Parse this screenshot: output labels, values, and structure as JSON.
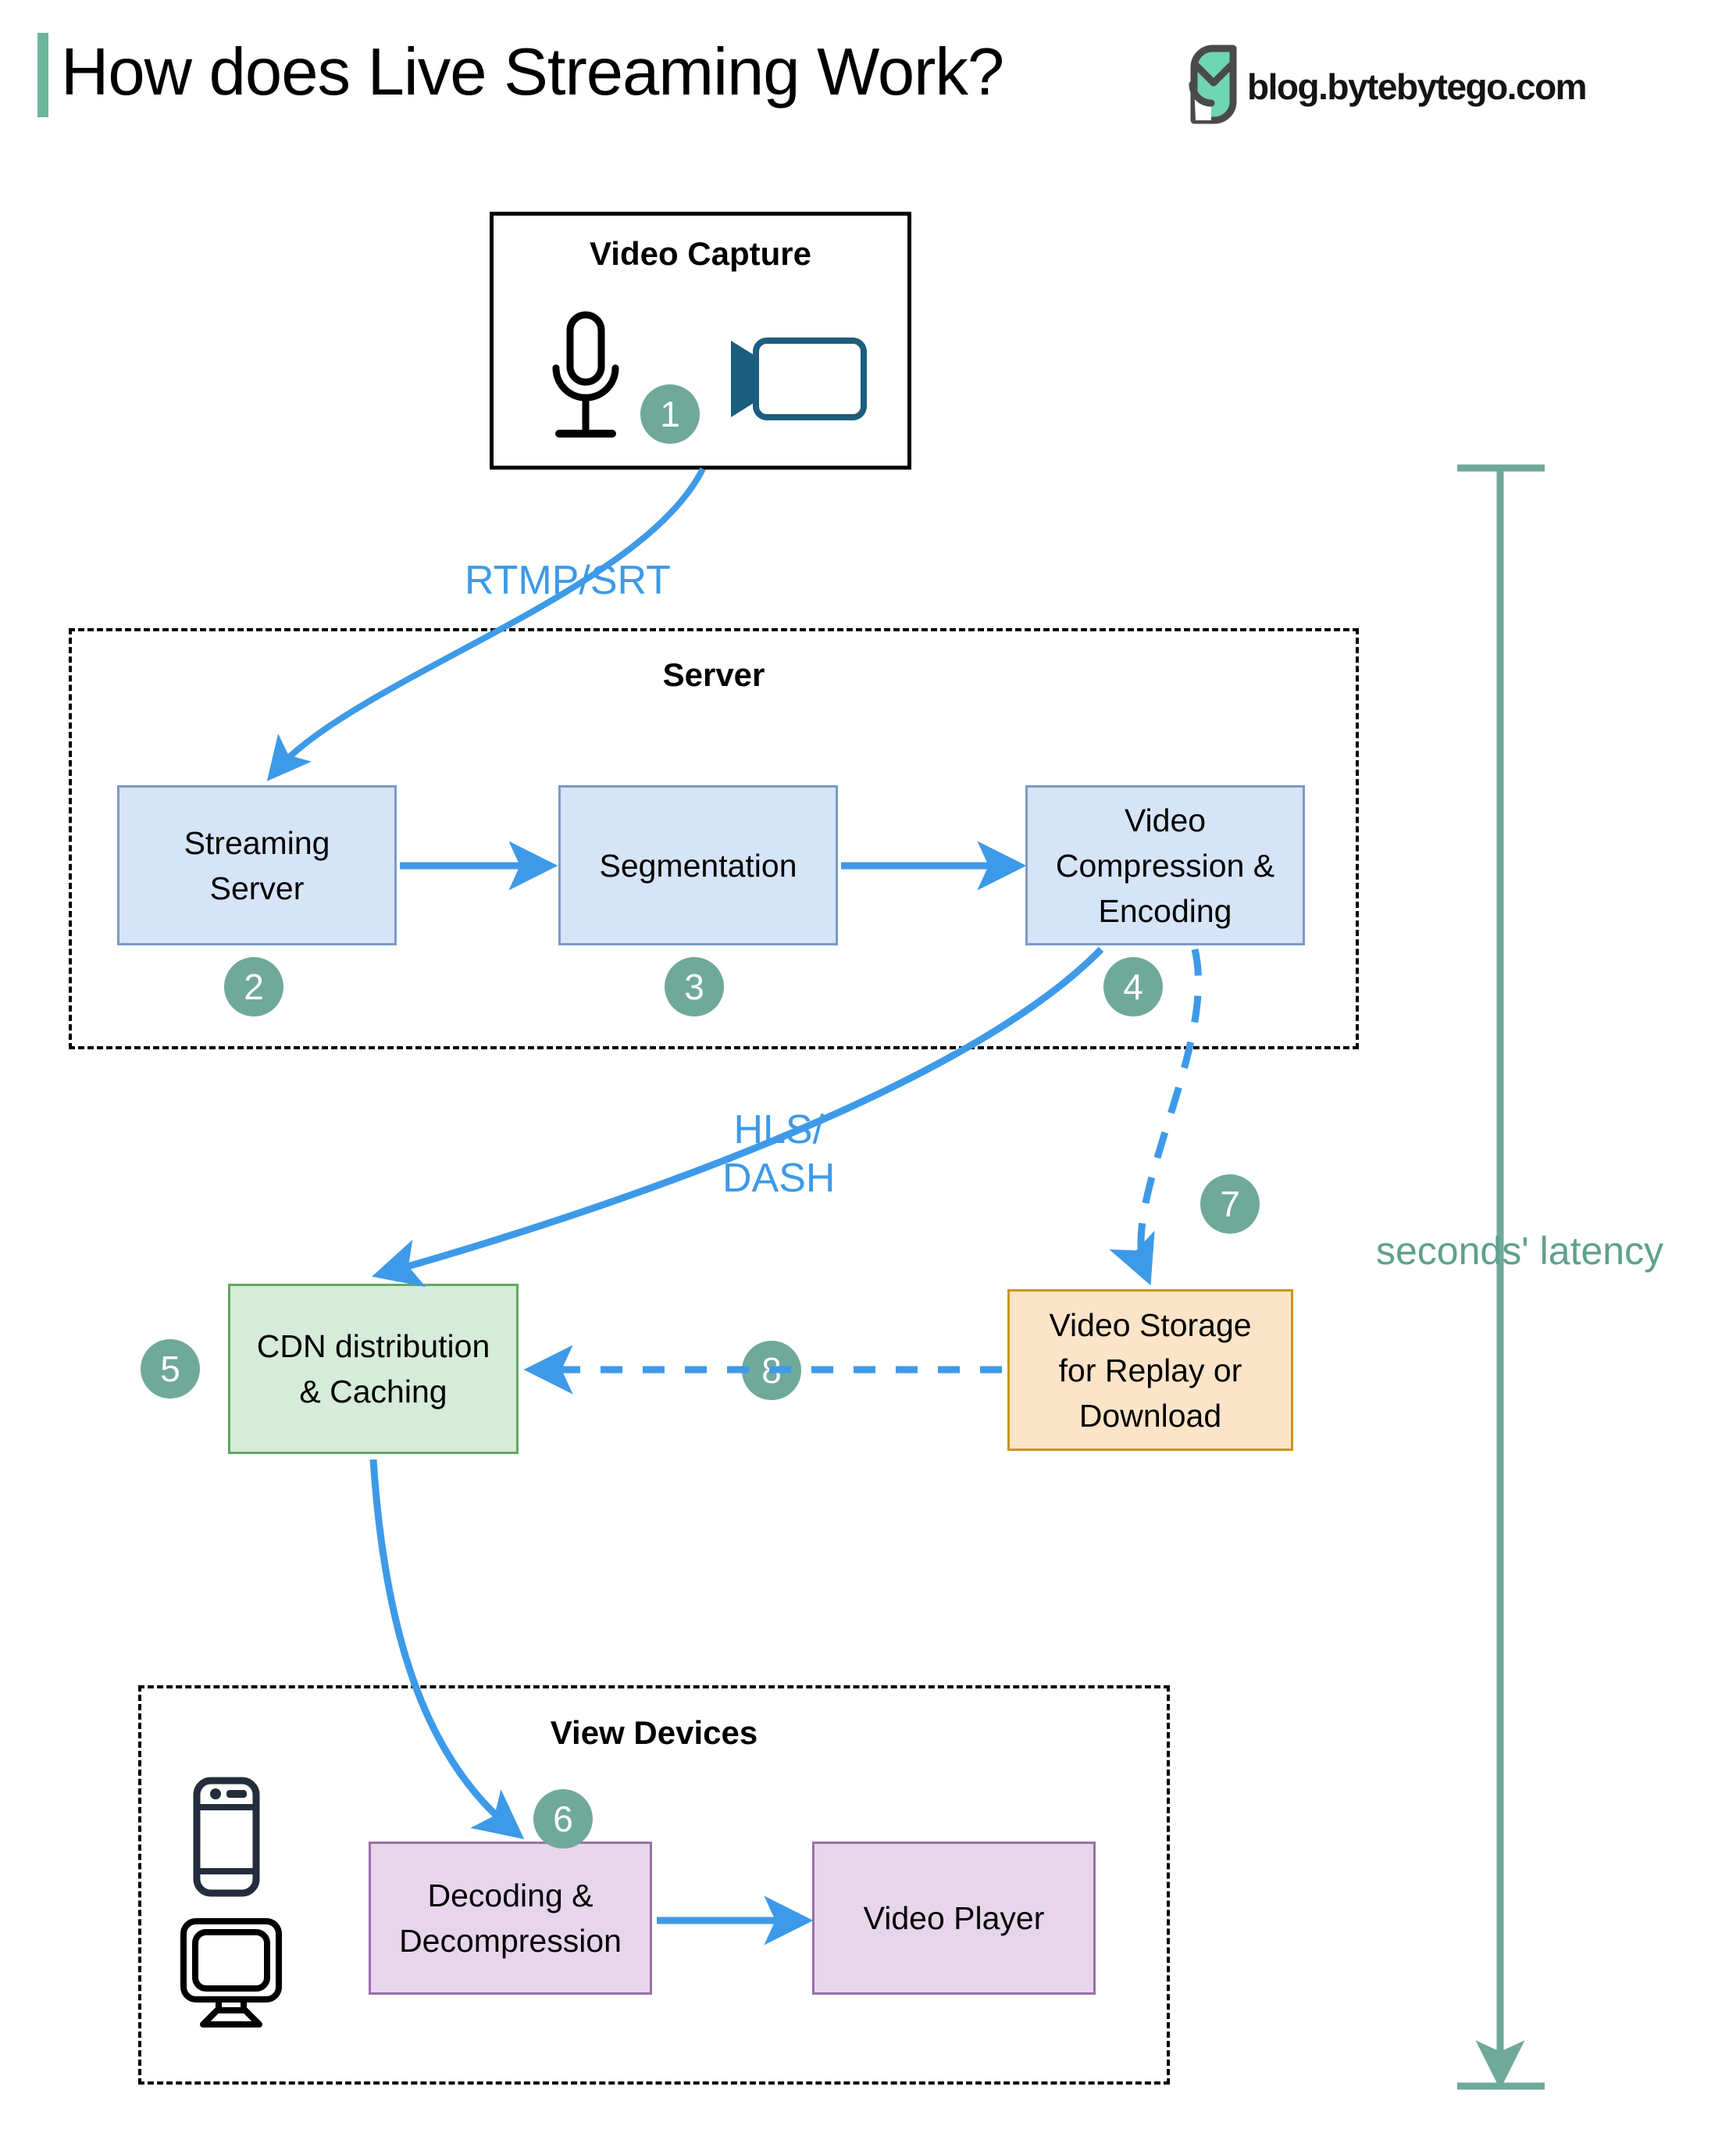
{
  "header": {
    "title": "How does Live Streaming Work?",
    "brand": "blog.bytebytego.com",
    "accent_color": "#6BB79B",
    "logo_icon": "bytebytego-logo-icon"
  },
  "groups": {
    "capture": {
      "title": "Video Capture",
      "icons": [
        "microphone-icon",
        "video-camera-icon"
      ]
    },
    "server": {
      "title": "Server"
    },
    "view_devices": {
      "title": "View Devices",
      "icons": [
        "smartphone-icon",
        "desktop-monitor-icon"
      ]
    }
  },
  "nodes": [
    {
      "id": "streaming-server",
      "label": "Streaming\nServer",
      "step": "2",
      "fill": "#D6E4F7",
      "stroke": "#7A9BC4"
    },
    {
      "id": "segmentation",
      "label": "Segmentation",
      "step": "3",
      "fill": "#D6E4F7",
      "stroke": "#7A9BC4"
    },
    {
      "id": "video-compression-encoding",
      "label": "Video\nCompression &\nEncoding",
      "step": "4",
      "fill": "#D6E4F7",
      "stroke": "#7A9BC4"
    },
    {
      "id": "cdn-distribution-caching",
      "label": "CDN distribution\n& Caching",
      "step": "5",
      "fill": "#D6EBDA",
      "stroke": "#63A663"
    },
    {
      "id": "video-storage",
      "label": "Video Storage\nfor Replay or\nDownload",
      "step": "7",
      "fill": "#FCE4C8",
      "stroke": "#C9971A"
    },
    {
      "id": "decoding-decompression",
      "label": "Decoding &\nDecompression",
      "step": "6",
      "fill": "#E7D5EC",
      "stroke": "#9B6FA8"
    },
    {
      "id": "video-player",
      "label": "Video Player",
      "step": "",
      "fill": "#E7D5EC",
      "stroke": "#9B6FA8"
    }
  ],
  "steps": {
    "capture": "1",
    "streaming_server": "2",
    "segmentation": "3",
    "encoding": "4",
    "cdn": "5",
    "decoding": "6",
    "storage": "7",
    "storage_to_cdn": "8"
  },
  "edges": {
    "capture_to_server": "RTMP/SRT",
    "encoding_to_cdn": "HLS/\nDASH"
  },
  "latency": {
    "label": "seconds' latency",
    "color": "#6FA99A"
  },
  "colors": {
    "arrow_blue": "#3D9AE8",
    "step_green": "#6FA99A",
    "camera_teal": "#1B5E7E"
  }
}
